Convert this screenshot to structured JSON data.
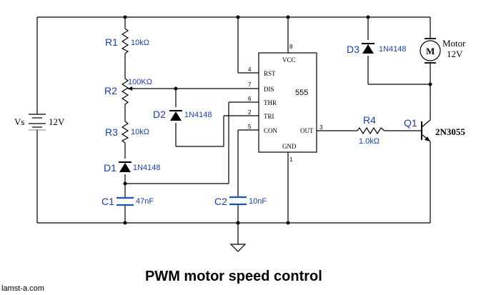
{
  "title": "PWM motor speed control",
  "credit": "lamst-a.com",
  "supply": {
    "ref": "Vs",
    "value": "12V"
  },
  "R1": {
    "ref": "R1",
    "value": "10kΩ"
  },
  "R2": {
    "ref": "R2",
    "value": "100KΩ"
  },
  "R3": {
    "ref": "R3",
    "value": "10kΩ"
  },
  "R4": {
    "ref": "R4",
    "value": "1.0kΩ"
  },
  "D1": {
    "ref": "D1",
    "value": "1N4148"
  },
  "D2": {
    "ref": "D2",
    "value": "1N4148"
  },
  "D3": {
    "ref": "D3",
    "value": "1N4148"
  },
  "C1": {
    "ref": "C1",
    "value": "47nF"
  },
  "C2": {
    "ref": "C2",
    "value": "10nF"
  },
  "Q1": {
    "ref": "Q1",
    "value": "2N3055"
  },
  "motor": {
    "symbol": "M",
    "label": "Motor",
    "voltage": "12V"
  },
  "ic": {
    "name": "555",
    "pins": {
      "vcc": "VCC",
      "gnd": "GND",
      "rst": "RST",
      "dis": "DIS",
      "thr": "THR",
      "tri": "TRI",
      "con": "CON",
      "out": "OUT"
    },
    "pin_numbers": {
      "vcc": "8",
      "gnd": "1",
      "rst": "4",
      "dis": "7",
      "thr": "6",
      "tri": "2",
      "con": "5",
      "out": "3"
    }
  }
}
